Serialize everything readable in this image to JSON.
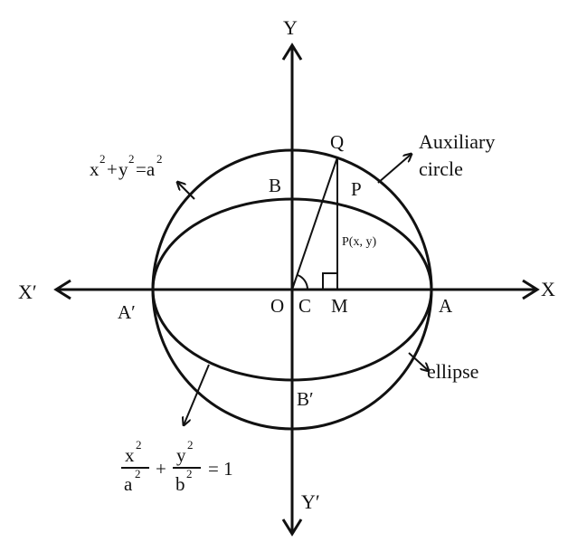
{
  "labels": {
    "y_top": "Y",
    "y_bottom": "Y′",
    "x_right": "X",
    "x_left": "X′",
    "origin": "O",
    "c": "C",
    "m": "M",
    "a_right": "A",
    "a_left": "A′",
    "b_top": "B",
    "b_bottom": "B′",
    "q": "Q",
    "p": "P",
    "p_coord": "P(x, y)",
    "aux_line1": "Auxiliary",
    "aux_line2": "circle",
    "ellipse": "ellipse"
  },
  "circle_eq": {
    "x": "x",
    "plus": "+",
    "y": "y",
    "eq": "=a",
    "exp": "2"
  },
  "ellipse_eq": {
    "x": "x",
    "a": "a",
    "y": "y",
    "b": "b",
    "plus": "+",
    "eq": "= 1",
    "exp": "2"
  }
}
